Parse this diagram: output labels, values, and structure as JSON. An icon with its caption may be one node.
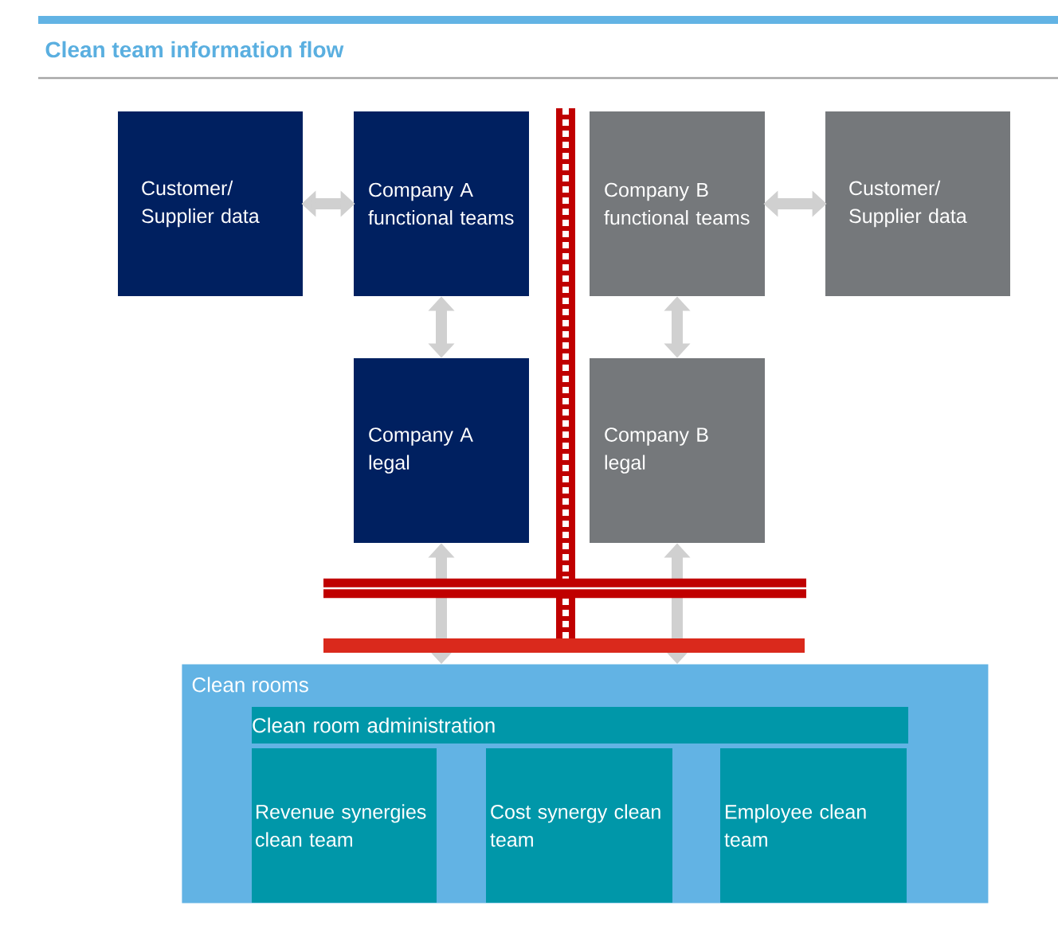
{
  "diagram": {
    "title": "Clean team information flow",
    "nodes": [
      {
        "text": [
          "Customer/ Supplier data"
        ]
      },
      {
        "text": [
          "Company A functional teams"
        ]
      },
      {
        "text": [
          "Company B functional teams"
        ]
      },
      {
        "text": [
          "Customer/ Supplier data"
        ]
      },
      {
        "text": [
          "Company A legal"
        ]
      },
      {
        "text": [
          "Company B legal"
        ]
      },
      {
        "text": [
          "Clean rooms"
        ]
      },
      {
        "text": [
          "Clean room administration"
        ],
        "in": 6
      },
      {
        "text": [
          "Revenue synergies clean team"
        ],
        "in": 6
      },
      {
        "text": [
          "Cost synergy clean team"
        ],
        "in": 6
      },
      {
        "text": [
          "Employee clean team"
        ],
        "in": 6
      }
    ],
    "edges": [
      {
        "from": 0,
        "to": 1,
        "arrow": "both"
      },
      {
        "from": 2,
        "to": 3,
        "arrow": "both"
      },
      {
        "from": 1,
        "to": 4,
        "arrow": "both"
      },
      {
        "from": 2,
        "to": 5,
        "arrow": "both"
      },
      {
        "from": 4,
        "to": 6,
        "arrow": "both"
      },
      {
        "from": 5,
        "to": 6,
        "arrow": "both"
      }
    ]
  }
}
